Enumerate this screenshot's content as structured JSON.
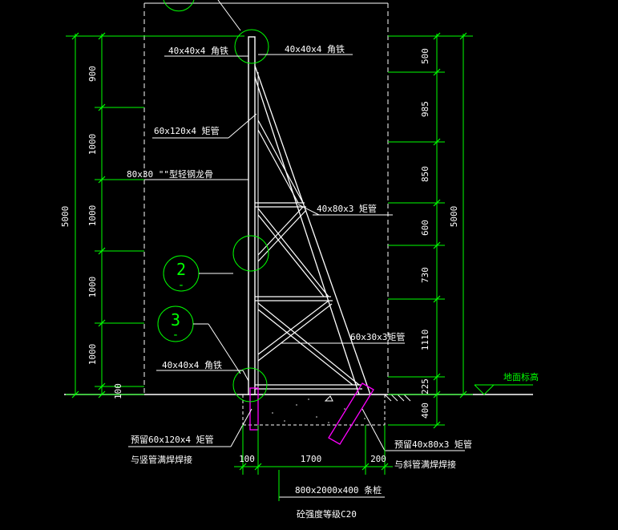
{
  "colors": {
    "background": "#000000",
    "structure": "#ffffff",
    "dimension": "#00ff00",
    "callout": "#00ff00",
    "embed": "#ff00ff"
  },
  "labels": {
    "angle_top_left": "40x40x4 角铁",
    "angle_top_right": "40x40x4 角铁",
    "rect_tube_60x120": "60x120x4 矩管",
    "keel_80x30": "80x30 \"\"型轻钢龙骨",
    "rect_tube_40x80": "40x80x3 矩管",
    "rect_tube_60x30": "60x30x3矩管",
    "angle_bottom": "40x40x4 角铁",
    "embed_left_1": "预留60x120x4 矩管",
    "embed_left_2": "与竖管满焊焊接",
    "embed_right_1": "预留40x80x3 矩管",
    "embed_right_2": "与斜管满焊焊接",
    "foundation_1": "800x2000x400 条桩",
    "foundation_2": "砼强度等级C20",
    "ground_level": "地面标高"
  },
  "callouts": {
    "detail_2": "2",
    "detail_3": "3",
    "detail_dash": "-"
  },
  "dims_left": {
    "d1": "900",
    "d2": "1000",
    "d3": "1000",
    "d4": "1000",
    "d5": "1000",
    "d6": "100",
    "total": "5000"
  },
  "dims_right": {
    "d1": "500",
    "d2": "985",
    "d3": "850",
    "d4": "600",
    "d5": "730",
    "d6": "1110",
    "d7": "225",
    "d8": "400",
    "total": "5000"
  },
  "dims_bottom": {
    "d1": "100",
    "d2": "1700",
    "d3": "200"
  }
}
